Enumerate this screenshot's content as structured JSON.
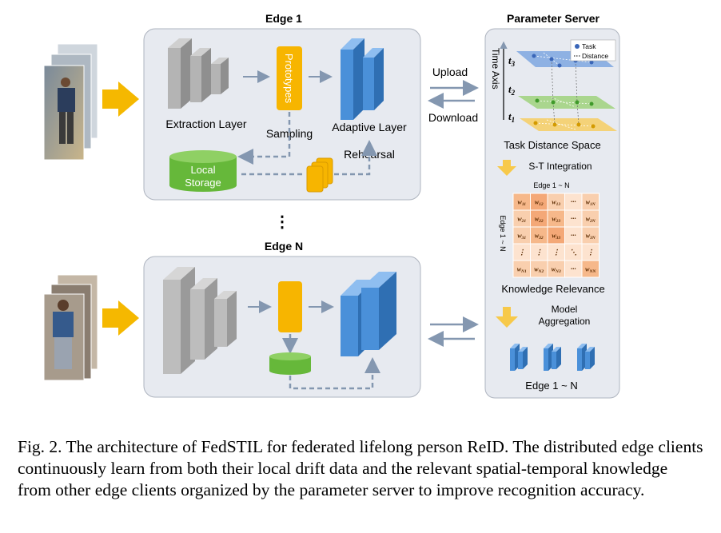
{
  "figure": {
    "edge1_title": "Edge 1",
    "edgeN_title": "Edge N",
    "server_title": "Parameter Server",
    "vertical_dots": "⋮",
    "labels": {
      "extraction_layer": "Extraction Layer",
      "prototypes": "Prototypes",
      "sampling": "Sampling",
      "adaptive_layer": "Adaptive Layer",
      "rehearsal": "Rehearsal",
      "local": "Local",
      "storage": "Storage",
      "upload": "Upload",
      "download": "Download"
    },
    "server": {
      "time_axis": "Time Axis",
      "t3": "t",
      "t3_sub": "3",
      "t2": "t",
      "t2_sub": "2",
      "t1": "t",
      "t1_sub": "1",
      "legend_task": "Task",
      "legend_distance": "Distance",
      "task_distance_space": "Task Distance Space",
      "st_integration": "S-T Integration",
      "matrix_col_label": "Edge 1 ~ N",
      "matrix_row_label": "Edge 1 ~ N",
      "knowledge_relevance": "Knowledge Relevance",
      "model": "Model",
      "aggregation": "Aggregation",
      "edge_range": "Edge 1 ~ N"
    },
    "matrix": [
      [
        "w11",
        "w12",
        "w13",
        "···",
        "w1N"
      ],
      [
        "w21",
        "w22",
        "w23",
        "···",
        "w2N"
      ],
      [
        "w31",
        "w32",
        "w33",
        "···",
        "w3N"
      ],
      [
        "⋮",
        "⋮",
        "⋮",
        "⋱",
        "⋮"
      ],
      [
        "wN1",
        "wN2",
        "wN3",
        "···",
        "wNN"
      ]
    ],
    "colors": {
      "panel": "#e7eaf0",
      "panel_border": "#aeb4bf",
      "arrow_orange": "#f5b800",
      "prototype_yellow": "#f7b500",
      "adaptive_blue": "#4a90d9",
      "storage_green": "#66b83a",
      "flow_gray": "#8497b0"
    }
  },
  "caption": "Fig. 2.   The architecture of FedSTIL for federated lifelong person ReID. The distributed edge clients continuously learn from both their local drift data and the relevant spatial-temporal knowledge from other edge clients organized by the parameter server to improve recognition accuracy."
}
